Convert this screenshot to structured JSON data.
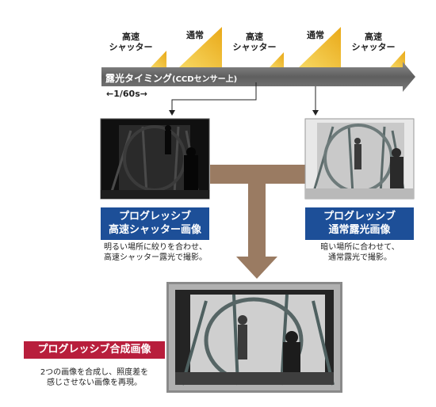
{
  "timing": {
    "labels": [
      {
        "line1": "高速",
        "line2": "シャッター"
      },
      {
        "line1": "通常",
        "line2": ""
      },
      {
        "line1": "高速",
        "line2": "シャッター"
      },
      {
        "line1": "通常",
        "line2": ""
      },
      {
        "line1": "高速",
        "line2": "シャッター"
      }
    ],
    "bar_title": "露光タイミング",
    "bar_subtitle": "(CCDセンサー上)",
    "period": "←1/60s→"
  },
  "left_image": {
    "title_line1": "プログレッシブ",
    "title_line2": "高速シャッター画像",
    "caption_line1": "明るい場所に絞りを合わせ、",
    "caption_line2": "高速シャッター露光で撮影。"
  },
  "right_image": {
    "title_line1": "プログレッシブ",
    "title_line2": "通常露光画像",
    "caption_line1": "暗い場所に合わせて、",
    "caption_line2": "通常露光で撮影。"
  },
  "composite": {
    "title": "プログレッシブ合成画像",
    "caption_line1": "2つの画像を合成し、照度差を",
    "caption_line2": "感じさせない画像を再現。"
  },
  "colors": {
    "badge_blue": "#1d4f98",
    "badge_red": "#b81e3c",
    "bar_gray": "#6e6e6e",
    "wedge_yellow": "#f2c233",
    "connector_brown": "#9a7b62"
  }
}
